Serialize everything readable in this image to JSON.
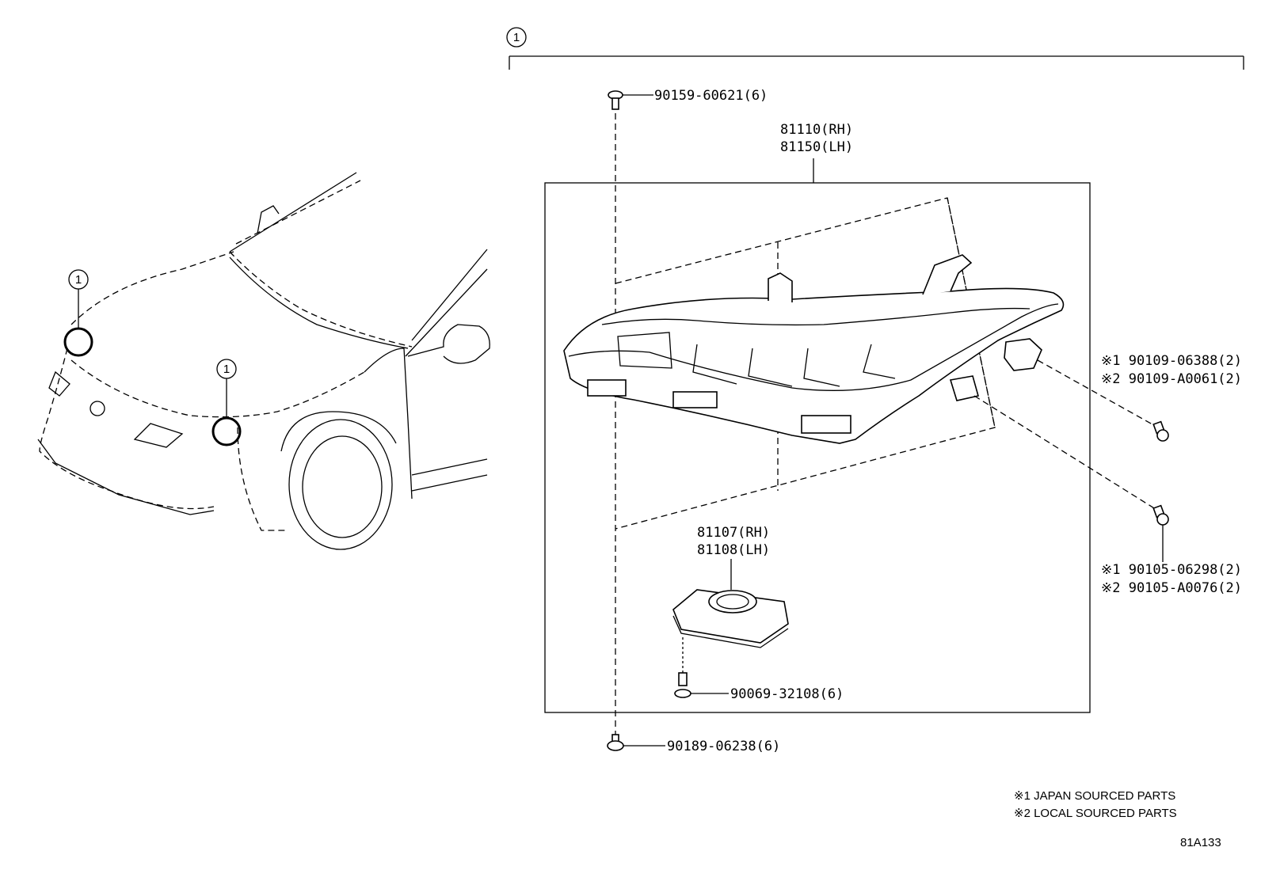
{
  "diagram": {
    "assembly_ref": "1",
    "vehicle_refs": [
      "1",
      "1"
    ],
    "labels": {
      "bolt_top": "90159-60621(6)",
      "headlamp_rh": "81110(RH)",
      "headlamp_lh": "81150(LH)",
      "computer_rh": "81107(RH)",
      "computer_lh": "81108(LH)",
      "screw_computer": "90069-32108(6)",
      "bolt_bottom": "90189-06238(6)",
      "bolt_right1_a": "※1 90109-06388(2)",
      "bolt_right1_b": "※2 90109-A0061(2)",
      "bolt_right2_a": "※1 90105-06298(2)",
      "bolt_right2_b": "※2 90105-A0076(2)"
    },
    "notes": {
      "note1": "※1 JAPAN SOURCED PARTS",
      "note2": "※2 LOCAL SOURCED PARTS"
    },
    "figure_id": "81A133"
  }
}
